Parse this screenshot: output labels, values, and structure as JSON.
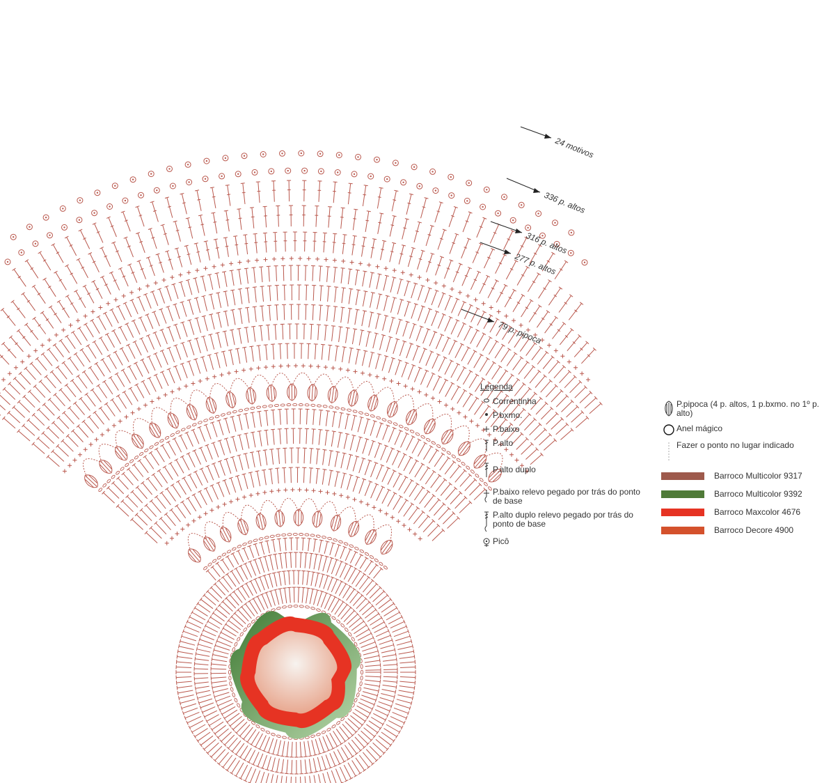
{
  "diagram": {
    "stitch_color": "#b9574c",
    "rounds": [
      {
        "label": "24 motivos"
      },
      {
        "label": "336 p. altos"
      },
      {
        "label": "316 p. altos"
      },
      {
        "label": "277 p. altos"
      },
      {
        "label": "79 p. pipoca"
      }
    ]
  },
  "legend": {
    "title": "Legenda",
    "items": [
      {
        "label": "Correntinha",
        "icon": "chain-icon"
      },
      {
        "label": "P.bxmo.",
        "icon": "slip-stitch-icon"
      },
      {
        "label": "P.baixo",
        "icon": "single-crochet-icon"
      },
      {
        "label": "P.alto",
        "icon": "double-crochet-icon"
      },
      {
        "label": "P.alto duplo",
        "icon": "treble-crochet-icon"
      },
      {
        "label": "P.baixo relevo pegado por trás do ponto de base",
        "icon": "back-post-single-icon"
      },
      {
        "label": "P.alto duplo relevo pegado por trás do ponto de base",
        "icon": "back-post-treble-icon"
      },
      {
        "label": "Picô",
        "icon": "picot-icon"
      }
    ],
    "items2": [
      {
        "label": "P.pipoca (4 p. altos, 1 p.bxmo. no 1º p. alto)",
        "icon": "popcorn-icon"
      },
      {
        "label": "Anel mágico",
        "icon": "magic-ring-icon"
      },
      {
        "label": "Fazer o ponto no lugar indicado",
        "icon": "dashed-line-icon"
      }
    ],
    "colors": [
      {
        "label": "Barroco Multicolor 9317",
        "color": "#9e5a4c"
      },
      {
        "label": "Barroco Multicolor 9392",
        "color": "#4f7a38"
      },
      {
        "label": "Barroco Maxcolor 4676",
        "color": "#e63323"
      },
      {
        "label": "Barroco Decore 4900",
        "color": "#d4512c"
      }
    ]
  }
}
